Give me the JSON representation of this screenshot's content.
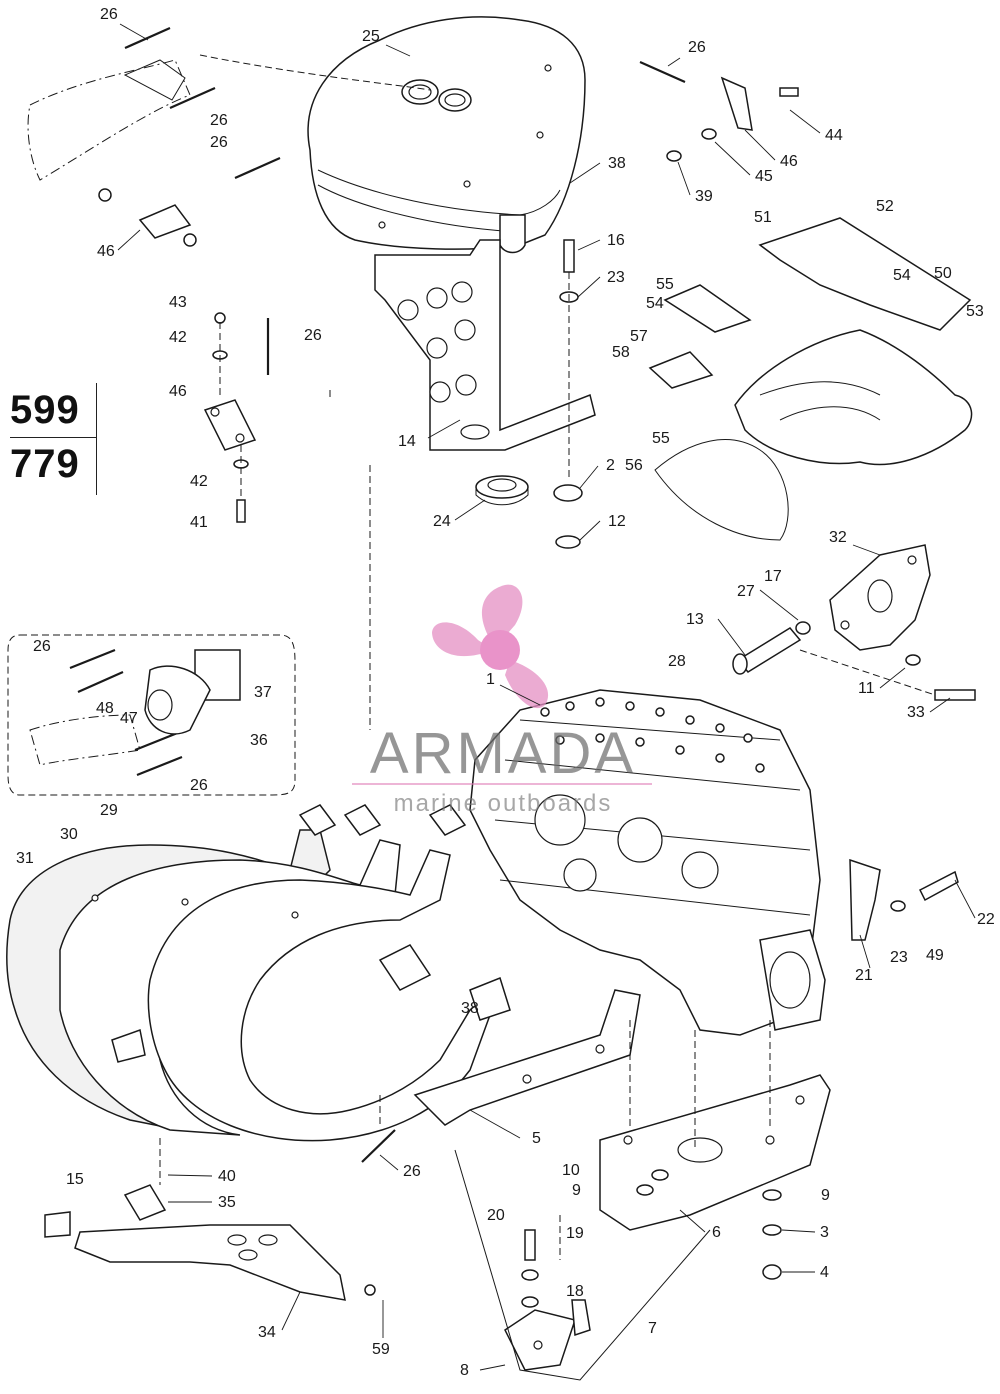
{
  "model_numbers": [
    "599",
    "779"
  ],
  "watermark": {
    "brand": "ARMADA",
    "tagline": "marine outboards",
    "accent_color": "#e58fc4"
  },
  "callouts": [
    {
      "text": "26"
    },
    {
      "text": "25"
    },
    {
      "text": "26"
    },
    {
      "text": "26"
    },
    {
      "text": "26"
    },
    {
      "text": "44"
    },
    {
      "text": "46"
    },
    {
      "text": "45"
    },
    {
      "text": "39"
    },
    {
      "text": "38"
    },
    {
      "text": "46"
    },
    {
      "text": "51"
    },
    {
      "text": "52"
    },
    {
      "text": "16"
    },
    {
      "text": "23"
    },
    {
      "text": "55"
    },
    {
      "text": "54"
    },
    {
      "text": "54"
    },
    {
      "text": "50"
    },
    {
      "text": "53"
    },
    {
      "text": "43"
    },
    {
      "text": "42"
    },
    {
      "text": "26"
    },
    {
      "text": "57"
    },
    {
      "text": "58"
    },
    {
      "text": "46"
    },
    {
      "text": "55"
    },
    {
      "text": "14"
    },
    {
      "text": "2"
    },
    {
      "text": "56"
    },
    {
      "text": "42"
    },
    {
      "text": "24"
    },
    {
      "text": "12"
    },
    {
      "text": "41"
    },
    {
      "text": "32"
    },
    {
      "text": "17"
    },
    {
      "text": "27"
    },
    {
      "text": "13"
    },
    {
      "text": "28"
    },
    {
      "text": "26"
    },
    {
      "text": "37"
    },
    {
      "text": "48"
    },
    {
      "text": "47"
    },
    {
      "text": "36"
    },
    {
      "text": "1"
    },
    {
      "text": "11"
    },
    {
      "text": "33"
    },
    {
      "text": "26"
    },
    {
      "text": "29"
    },
    {
      "text": "30"
    },
    {
      "text": "31"
    },
    {
      "text": "22"
    },
    {
      "text": "21"
    },
    {
      "text": "23"
    },
    {
      "text": "49"
    },
    {
      "text": "38"
    },
    {
      "text": "5"
    },
    {
      "text": "26"
    },
    {
      "text": "40"
    },
    {
      "text": "15"
    },
    {
      "text": "35"
    },
    {
      "text": "10"
    },
    {
      "text": "9"
    },
    {
      "text": "9"
    },
    {
      "text": "6"
    },
    {
      "text": "3"
    },
    {
      "text": "20"
    },
    {
      "text": "19"
    },
    {
      "text": "18"
    },
    {
      "text": "4"
    },
    {
      "text": "7"
    },
    {
      "text": "34"
    },
    {
      "text": "59"
    },
    {
      "text": "8"
    }
  ]
}
